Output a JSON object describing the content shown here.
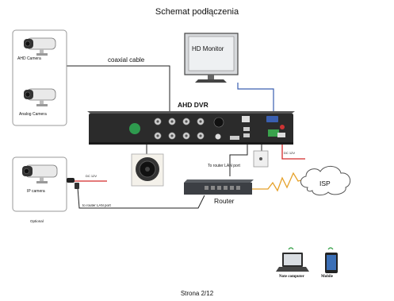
{
  "page": {
    "title": "Schemat podłączenia",
    "footer": "Strona 2/12"
  },
  "labels": {
    "ahd_camera": "AHD Camera",
    "analog_camera": "Analog Camera",
    "coaxial_cable": "coaxial cable",
    "hd_monitor": "HD Monitor",
    "ahd_dvr": "AHD DVR",
    "ip_camera": "IP camera",
    "optional": "Optional",
    "dc12v_camera": "DC 12V",
    "dc12v_dvr": "DC 12V",
    "to_router_lan_port": "To router LAN port",
    "to_router_lan_port_ip": "to router LAN port",
    "router": "Router",
    "isp": "ISP",
    "note_computer": "Note computer",
    "mobile": "Mobile"
  },
  "colors": {
    "line": "#222222",
    "power_line": "#d42a2a",
    "network_line": "#e5a12a",
    "panel_border": "#9a9a9a",
    "dvr_body": "#2b2b2b",
    "router_body": "#3c3f44",
    "monitor_screen": "#e8eaec"
  },
  "icons": {
    "ahd_camera": "bullet-camera-icon",
    "analog_camera": "bullet-camera-icon",
    "ip_camera": "bullet-camera-icon",
    "monitor": "monitor-icon",
    "dvr": "dvr-recorder-icon",
    "speaker": "speaker-icon",
    "router": "router-icon",
    "cloud": "cloud-icon",
    "laptop": "laptop-icon",
    "phone": "smartphone-icon",
    "wall_socket": "socket-icon"
  }
}
